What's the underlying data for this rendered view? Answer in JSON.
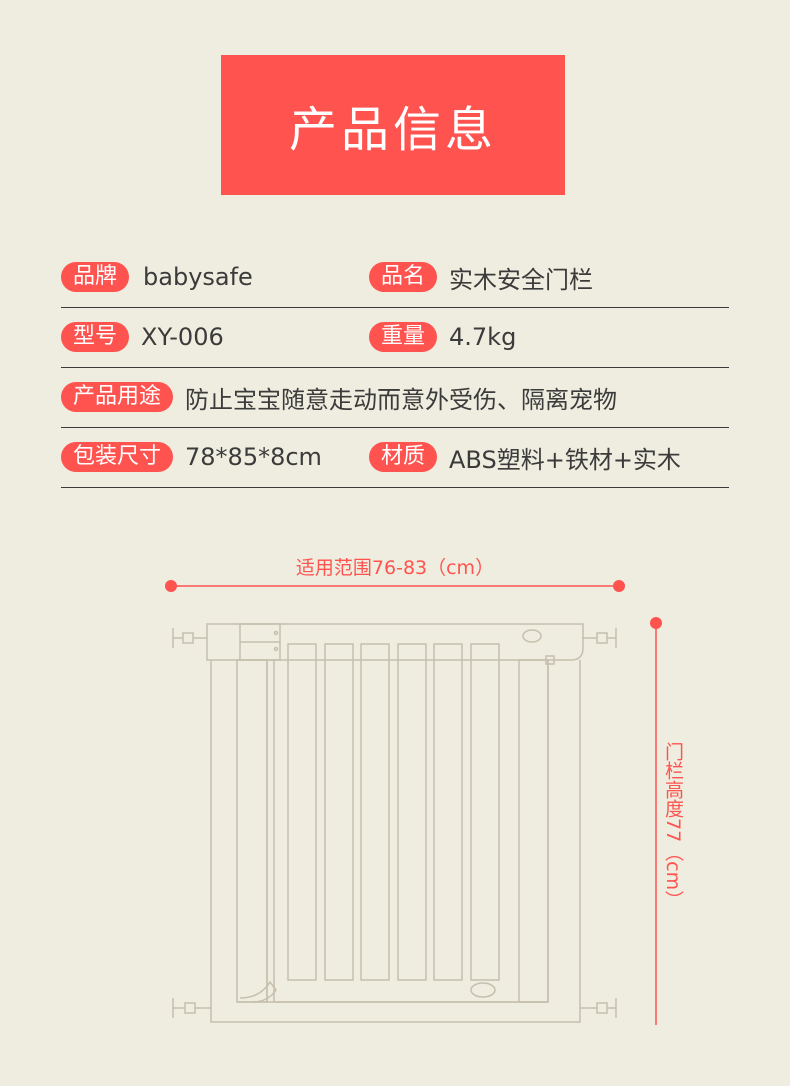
{
  "header": {
    "title": "产品信息"
  },
  "specs": [
    [
      {
        "label": "品牌",
        "value": "babysafe"
      },
      {
        "label": "品名",
        "value": "实木安全门栏"
      }
    ],
    [
      {
        "label": "型号",
        "value": "XY-006"
      },
      {
        "label": "重量",
        "value": "4.7kg"
      }
    ],
    [
      {
        "label": "产品用途",
        "value": "防止宝宝随意走动而意外受伤、隔离宠物"
      }
    ],
    [
      {
        "label": "包装尺寸",
        "value": "78*85*8cm"
      },
      {
        "label": "材质",
        "value": "ABS塑料+铁材+实木"
      }
    ]
  ],
  "diagram": {
    "width_label": "适用范围76-83（cm）",
    "height_label": "门栏高度77（cm）"
  },
  "colors": {
    "accent": "#ff5350",
    "background": "#efeddf",
    "line": "#3a3a3a"
  }
}
